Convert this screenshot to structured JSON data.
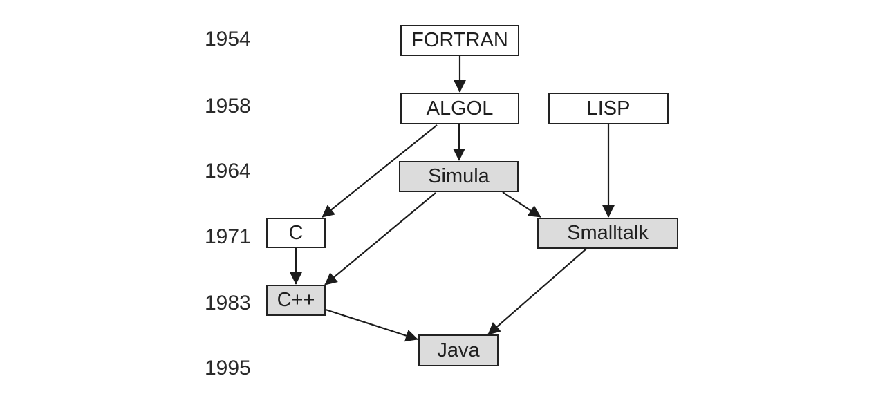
{
  "years": [
    "1954",
    "1958",
    "1964",
    "1971",
    "1983",
    "1995"
  ],
  "nodes": {
    "fortran": "FORTRAN",
    "algol": "ALGOL",
    "lisp": "LISP",
    "simula": "Simula",
    "c": "C",
    "smalltalk": "Smalltalk",
    "cpp": "C++",
    "java": "Java"
  },
  "object_oriented_nodes": [
    "simula",
    "smalltalk",
    "cpp",
    "java"
  ],
  "colors": {
    "object_oriented_fill": "#dcdcdc",
    "plain_fill": "#ffffff",
    "stroke": "#222222"
  },
  "edges": [
    {
      "from": "fortran",
      "to": "algol"
    },
    {
      "from": "algol",
      "to": "simula"
    },
    {
      "from": "algol",
      "to": "c"
    },
    {
      "from": "lisp",
      "to": "smalltalk"
    },
    {
      "from": "simula",
      "to": "smalltalk"
    },
    {
      "from": "simula",
      "to": "cpp"
    },
    {
      "from": "c",
      "to": "cpp"
    },
    {
      "from": "cpp",
      "to": "java"
    },
    {
      "from": "smalltalk",
      "to": "java"
    }
  ]
}
